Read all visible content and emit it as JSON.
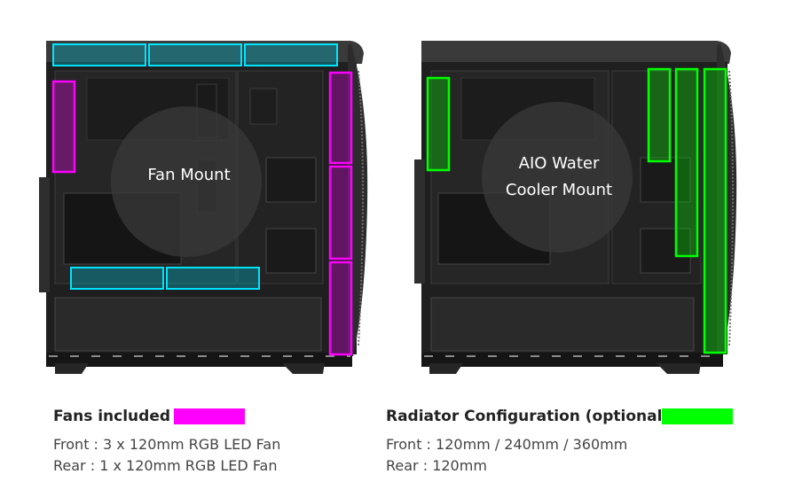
{
  "left_panel": {
    "overlay_label": "Fan Mount",
    "highlight_colors": {
      "fans": "#ff00ff",
      "mounts": "#00e5ff"
    }
  },
  "right_panel": {
    "overlay_label_line1": "AIO Water",
    "overlay_label_line2": "Cooler Mount",
    "highlight_color": "#00ff00"
  },
  "legend_left": {
    "title": "Fans included",
    "color": "#ff00ff",
    "lines": [
      "Front : 3 x 120mm RGB LED Fan",
      "Rear : 1 x 120mm RGB LED Fan"
    ]
  },
  "legend_right": {
    "title": "Radiator Configuration (optional)",
    "color": "#00ff00",
    "lines": [
      "Front : 120mm / 240mm / 360mm",
      "Rear : 120mm"
    ]
  }
}
